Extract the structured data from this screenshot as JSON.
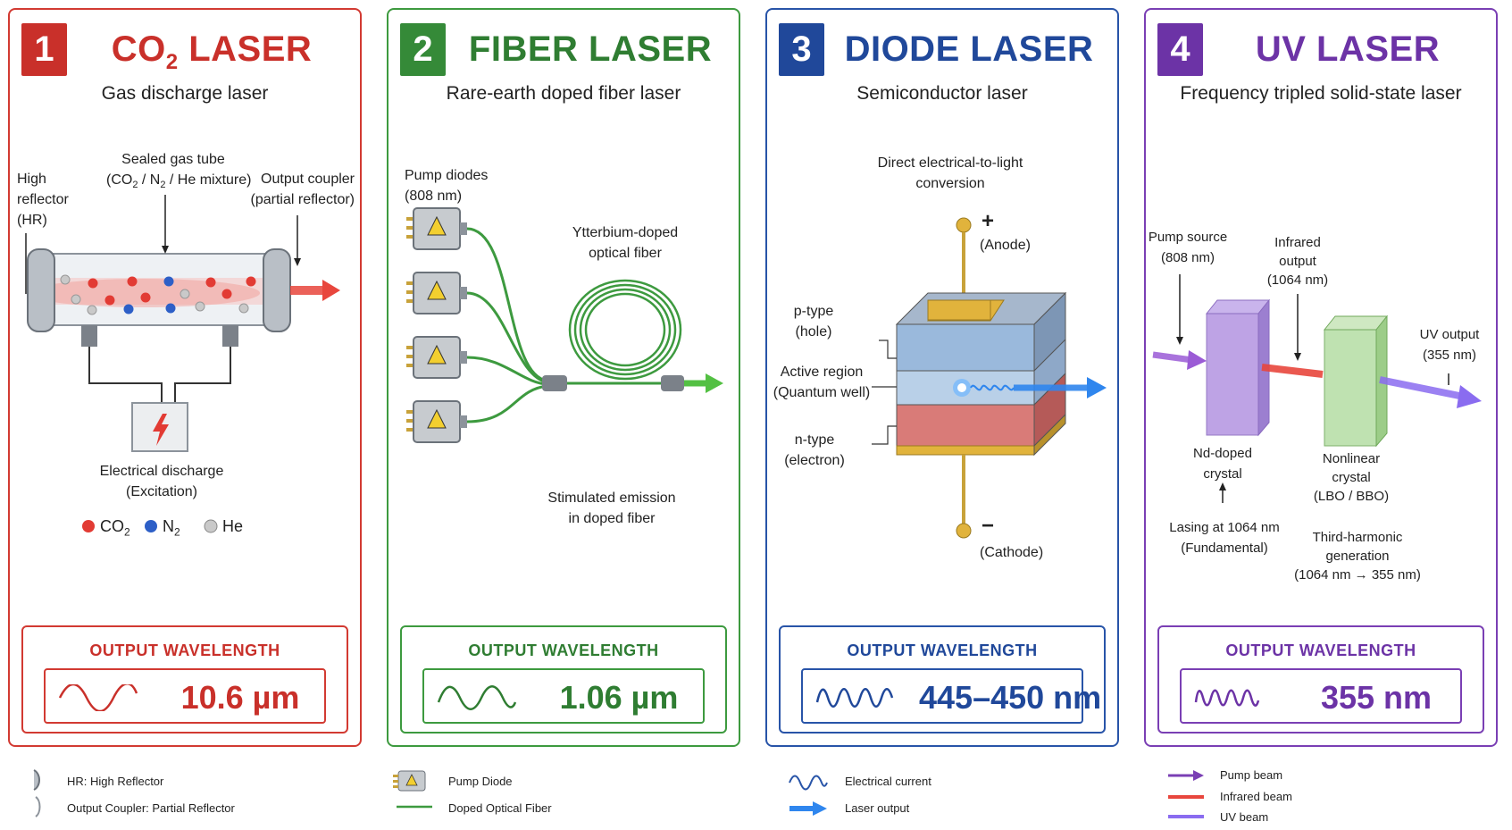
{
  "panels": [
    {
      "number": "1",
      "title": "CO",
      "title_sub": "2",
      "title_rest": " LASER",
      "subtitle": "Gas discharge laser",
      "color": "#d23a32",
      "labels": {
        "high_reflector": "High\nreflector\n(HR)",
        "gas_tube_line1": "Sealed gas tube",
        "gas_tube_line2_a": "(CO",
        "gas_tube_line2_sub1": "2",
        "gas_tube_line2_b": " / N",
        "gas_tube_line2_sub2": "2",
        "gas_tube_line2_c": " / He mixture)",
        "output_coupler": "Output coupler\n(partial reflector)",
        "discharge": "Electrical discharge\n(Excitation)",
        "legend_co2": "CO",
        "legend_co2_sub": "2",
        "legend_n2": "N",
        "legend_n2_sub": "2",
        "legend_he": "He"
      },
      "output_label": "OUTPUT WAVELENGTH",
      "output_value": "10.6 µm"
    },
    {
      "number": "2",
      "title": "FIBER LASER",
      "subtitle": "Rare-earth doped fiber laser",
      "color": "#3d9a3f",
      "labels": {
        "pump_diodes": "Pump diodes\n(808 nm)",
        "fiber": "Ytterbium-doped\noptical fiber",
        "emission": "Stimulated emission\nin doped fiber"
      },
      "output_label": "OUTPUT WAVELENGTH",
      "output_value": "1.06 µm"
    },
    {
      "number": "3",
      "title": "DIODE LASER",
      "subtitle": "Semiconductor laser",
      "color": "#2854a8",
      "labels": {
        "conversion": "Direct electrical-to-light\nconversion",
        "anode_sign": "+",
        "anode": "(Anode)",
        "ptype": "p-type\n(hole)",
        "active": "Active region\n(Quantum well)",
        "ntype": "n-type\n(electron)",
        "cathode_sign": "−",
        "cathode": "(Cathode)"
      },
      "output_label": "OUTPUT WAVELENGTH",
      "output_value": "445–450 nm"
    },
    {
      "number": "4",
      "title": "UV LASER",
      "subtitle": "Frequency tripled solid-state laser",
      "color": "#7a3fb4",
      "labels": {
        "pump_source": "Pump source\n(808 nm)",
        "infrared_output": "Infrared\noutput\n(1064 nm)",
        "uv_output": "UV output\n(355 nm)",
        "nd_crystal": "Nd-doped\ncrystal",
        "lasing": "Lasing at 1064 nm\n(Fundamental)",
        "nonlinear": "Nonlinear\ncrystal\n(LBO / BBO)",
        "third_harmonic": "Third-harmonic\ngeneration\n(1064 nm → 355 nm)"
      },
      "output_label": "OUTPUT WAVELENGTH",
      "output_value": "355 nm"
    }
  ],
  "legend": {
    "hr": "HR: High Reflector",
    "oc": "Output Coupler: Partial Reflector",
    "pump_diode": "Pump Diode",
    "doped_fiber": "Doped Optical Fiber",
    "electrical_current": "Electrical current",
    "laser_output": "Laser output",
    "pump_beam": "Pump beam",
    "infrared_beam": "Infrared beam",
    "uv_beam": "UV beam"
  },
  "colors": {
    "red": "#d23a32",
    "green": "#3d9a3f",
    "blue": "#2854a8",
    "purple": "#7a3fb4",
    "laser_blue": "#2f86ee"
  }
}
